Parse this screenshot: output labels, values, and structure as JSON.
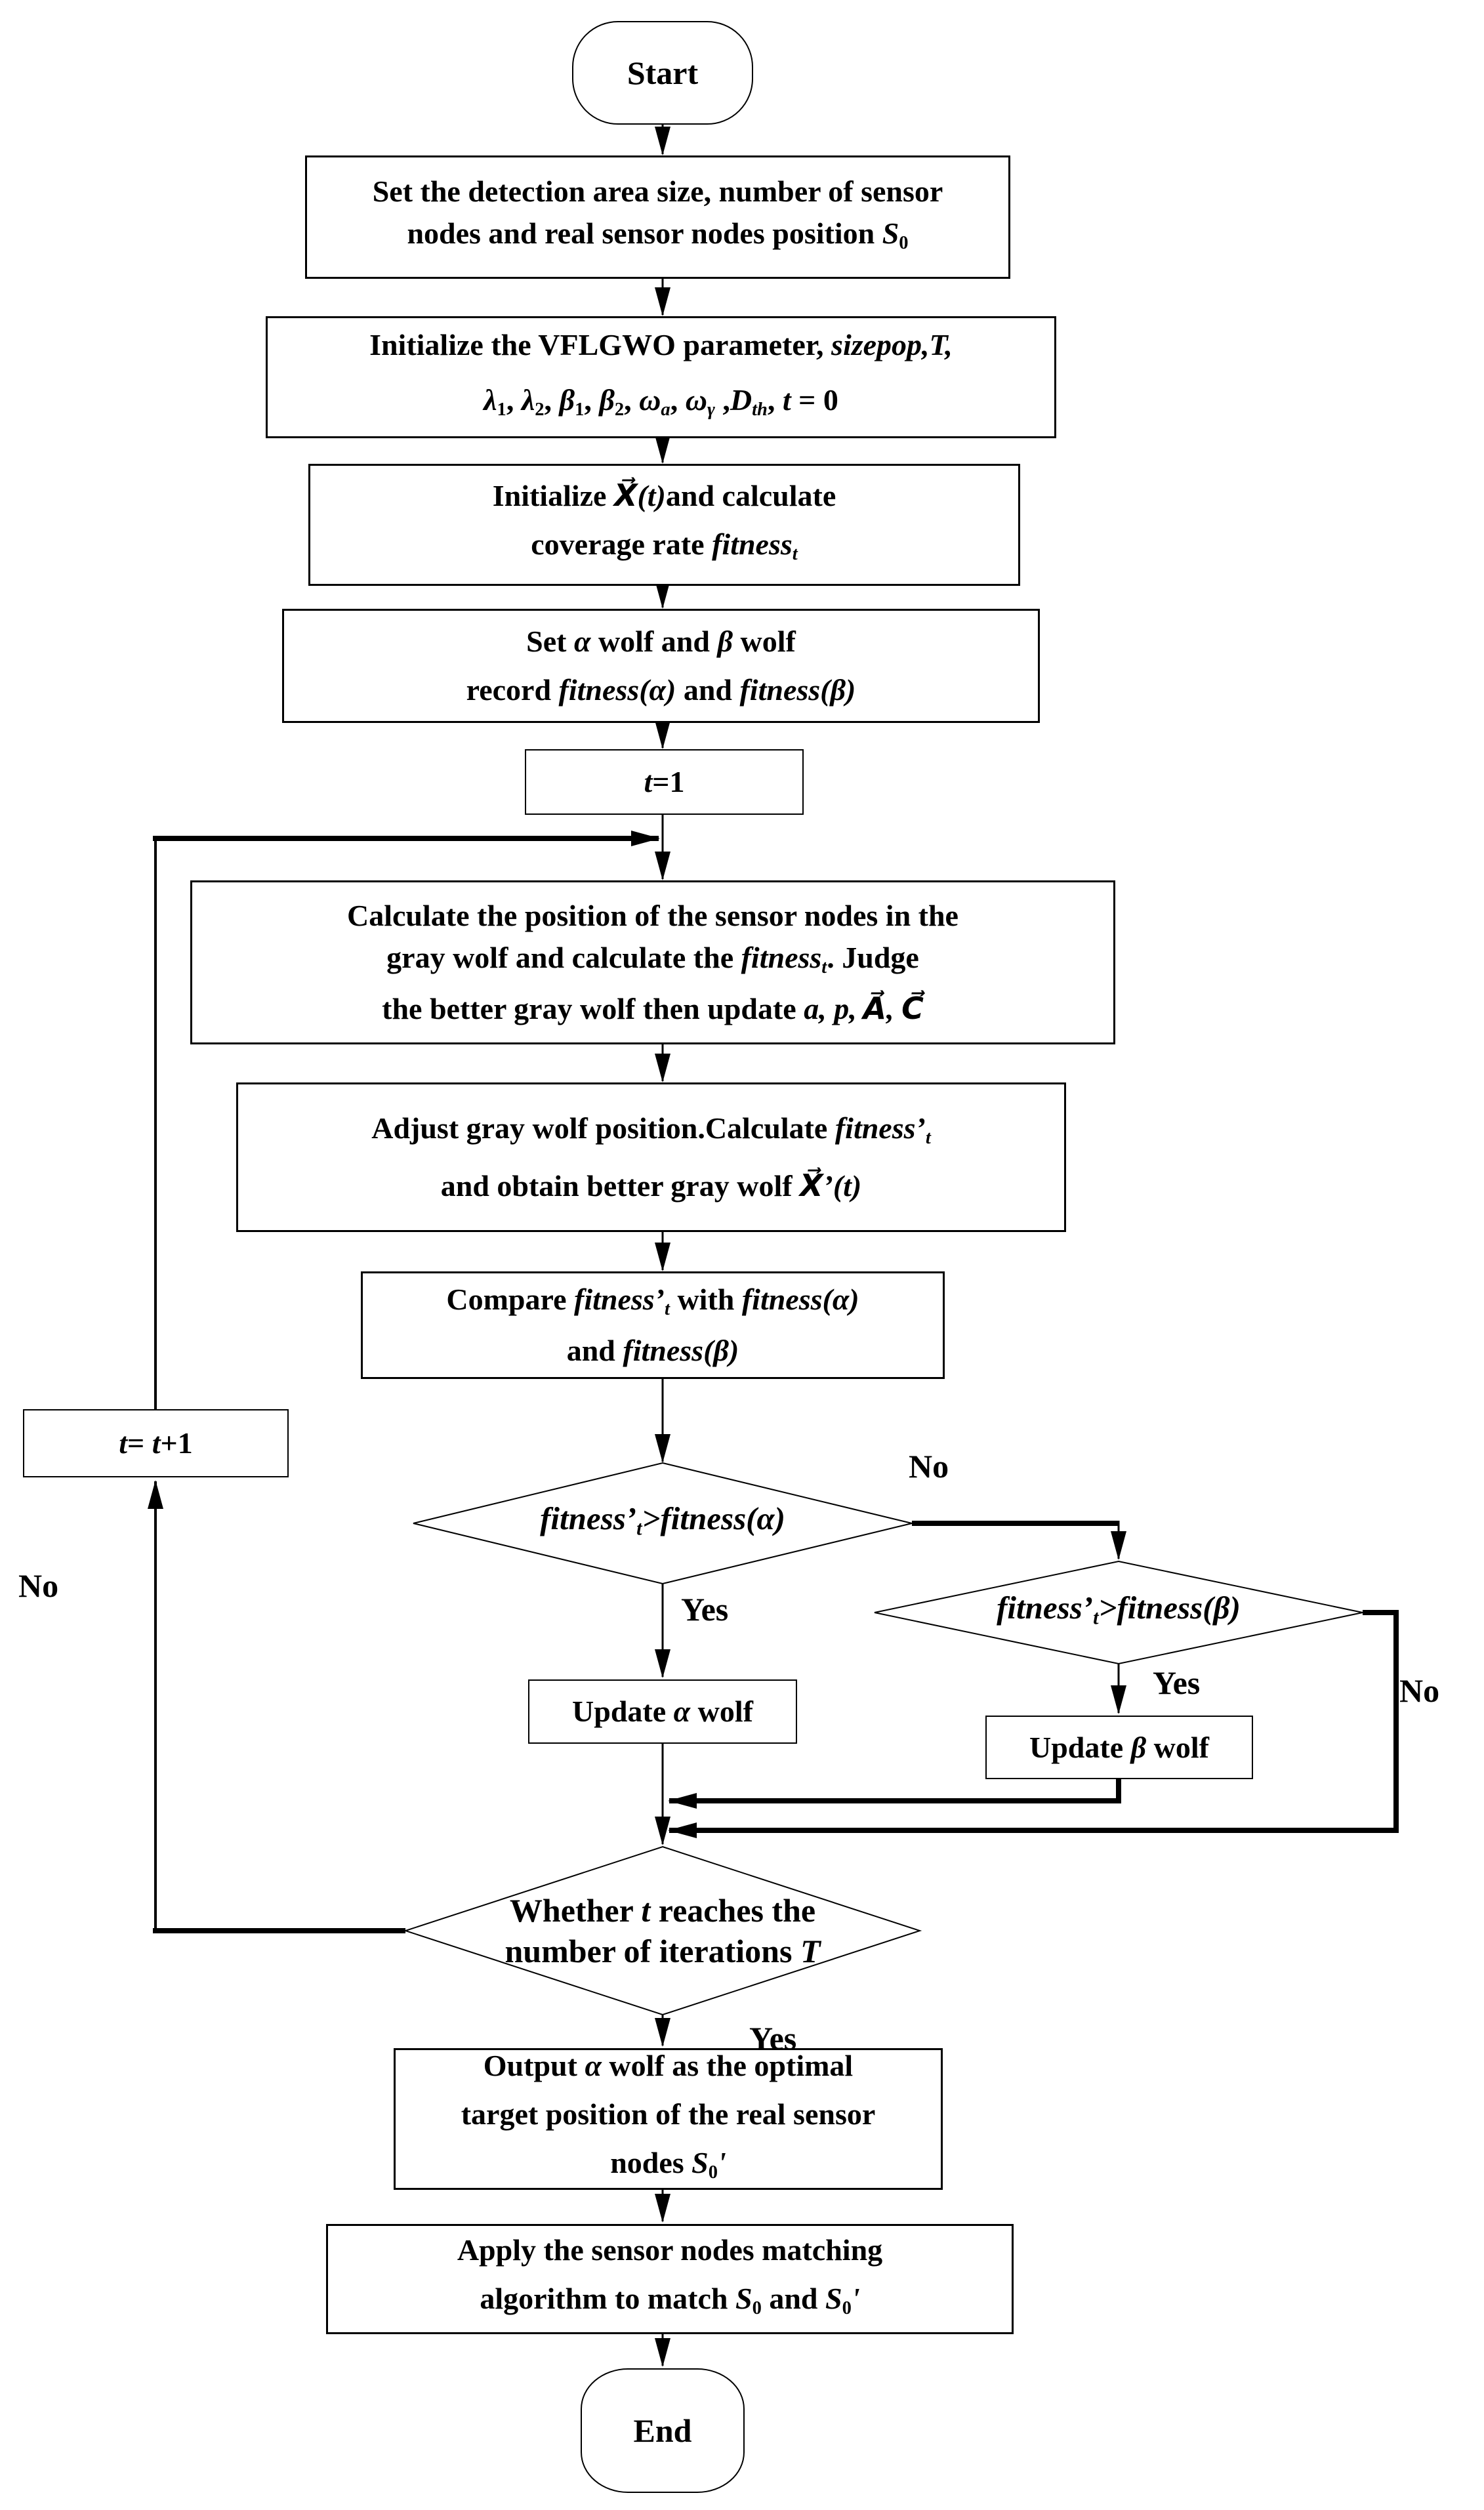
{
  "page": {
    "background": "#ffffff",
    "line_color": "#000000",
    "description": "Flowchart of the VFLGWO sensor-node coverage optimization algorithm"
  },
  "nodes": {
    "start": {
      "label": "Start"
    },
    "end": {
      "label": "End"
    },
    "set_area": {
      "lines": [
        [
          {
            "t": "Set the detection area size, number of sensor"
          }
        ],
        [
          {
            "t": "nodes and real sensor nodes position "
          },
          {
            "t": "S",
            "i": true
          },
          {
            "t": "0",
            "sub": true
          }
        ]
      ]
    },
    "init_params": {
      "lines": [
        [
          {
            "t": "Initialize the VFLGWO parameter, "
          },
          {
            "t": "sizepop,T,",
            "i": true
          }
        ],
        [
          {
            "t": "λ",
            "i": true
          },
          {
            "t": "1",
            "sub": true
          },
          {
            "t": ", "
          },
          {
            "t": "λ",
            "i": true
          },
          {
            "t": "2",
            "sub": true
          },
          {
            "t": ", "
          },
          {
            "t": "β",
            "i": true
          },
          {
            "t": "1",
            "sub": true
          },
          {
            "t": ", "
          },
          {
            "t": "β",
            "i": true
          },
          {
            "t": "2",
            "sub": true
          },
          {
            "t": ", "
          },
          {
            "t": "ω",
            "i": true
          },
          {
            "t": "a",
            "i": true,
            "sub": true
          },
          {
            "t": ", "
          },
          {
            "t": "ω",
            "i": true
          },
          {
            "t": "γ",
            "i": true,
            "sub": true
          },
          {
            "t": " ,"
          },
          {
            "t": "D",
            "i": true
          },
          {
            "t": "th",
            "i": true,
            "sub": true
          },
          {
            "t": ", "
          },
          {
            "t": "t",
            "i": true
          },
          {
            "t": " = 0"
          }
        ]
      ]
    },
    "init_x": {
      "lines": [
        [
          {
            "t": "Initialize "
          },
          {
            "t": "X⃗(t)",
            "i": true
          },
          {
            "t": "and calculate"
          }
        ],
        [
          {
            "t": "coverage rate  "
          },
          {
            "t": "fitness",
            "i": true
          },
          {
            "t": "t",
            "i": true,
            "sub": true
          }
        ]
      ]
    },
    "set_wolves": {
      "lines": [
        [
          {
            "t": "Set "
          },
          {
            "t": "α",
            "i": true
          },
          {
            "t": " wolf and  "
          },
          {
            "t": "β",
            "i": true
          },
          {
            "t": " wolf"
          }
        ],
        [
          {
            "t": "record "
          },
          {
            "t": "fitness(α)",
            "i": true
          },
          {
            "t": " and "
          },
          {
            "t": "fitness(β)",
            "i": true
          }
        ]
      ]
    },
    "t_init": {
      "lines": [
        [
          {
            "t": "t",
            "i": true
          },
          {
            "t": "=1"
          }
        ]
      ]
    },
    "calc_position": {
      "lines": [
        [
          {
            "t": "Calculate the position of the sensor nodes in the"
          }
        ],
        [
          {
            "t": "gray wolf and calculate the "
          },
          {
            "t": "fitness",
            "i": true
          },
          {
            "t": "t",
            "i": true,
            "sub": true
          },
          {
            "t": ". Judge"
          }
        ],
        [
          {
            "t": "the better gray wolf then update "
          },
          {
            "t": "a, p, ",
            "i": true
          },
          {
            "t": "A⃗, C⃗",
            "i": true
          }
        ]
      ]
    },
    "adjust_position": {
      "lines": [
        [
          {
            "t": "Adjust gray wolf position.Calculate "
          },
          {
            "t": "fitness’",
            "i": true
          },
          {
            "t": "t",
            "i": true,
            "sub": true
          }
        ],
        [
          {
            "t": "and obtain better gray wolf "
          },
          {
            "t": "X⃗’(t)",
            "i": true
          }
        ]
      ]
    },
    "compare": {
      "lines": [
        [
          {
            "t": "Compare "
          },
          {
            "t": "fitness’",
            "i": true
          },
          {
            "t": "t",
            "i": true,
            "sub": true
          },
          {
            "t": " with "
          },
          {
            "t": "fitness(α)",
            "i": true
          }
        ],
        [
          {
            "t": "and "
          },
          {
            "t": "fitness(β)",
            "i": true
          }
        ]
      ]
    },
    "t_plus": {
      "lines": [
        [
          {
            "t": "t",
            "i": true
          },
          {
            "t": "= "
          },
          {
            "t": "t",
            "i": true
          },
          {
            "t": "+1"
          }
        ]
      ]
    },
    "decision_alpha": {
      "lines": [
        [
          {
            "t": "fitness’",
            "i": true
          },
          {
            "t": "t",
            "i": true,
            "sub": true
          },
          {
            "t": ">fitness(α)",
            "i": true
          }
        ]
      ]
    },
    "decision_beta": {
      "lines": [
        [
          {
            "t": "fitness’",
            "i": true
          },
          {
            "t": "t",
            "i": true,
            "sub": true
          },
          {
            "t": ">fitness(β)",
            "i": true
          }
        ]
      ]
    },
    "update_alpha": {
      "lines": [
        [
          {
            "t": "Update "
          },
          {
            "t": "α",
            "i": true
          },
          {
            "t": " wolf"
          }
        ]
      ]
    },
    "update_beta": {
      "lines": [
        [
          {
            "t": "Update "
          },
          {
            "t": "β",
            "i": true
          },
          {
            "t": " wolf"
          }
        ]
      ]
    },
    "decision_iterations": {
      "lines": [
        [
          {
            "t": "Whether "
          },
          {
            "t": "t",
            "i": true
          },
          {
            "t": " reaches the"
          }
        ],
        [
          {
            "t": "number of iterations "
          },
          {
            "t": "T",
            "i": true
          }
        ]
      ]
    },
    "output": {
      "lines": [
        [
          {
            "t": "Output "
          },
          {
            "t": "α",
            "i": true
          },
          {
            "t": " wolf as the optimal"
          }
        ],
        [
          {
            "t": "target position of the real sensor"
          }
        ],
        [
          {
            "t": "nodes "
          },
          {
            "t": "S",
            "i": true
          },
          {
            "t": "0",
            "sub": true
          },
          {
            "t": "'",
            "i": true
          }
        ]
      ]
    },
    "apply_matching": {
      "lines": [
        [
          {
            "t": "Apply the  sensor nodes matching"
          }
        ],
        [
          {
            "t": "algorithm to match "
          },
          {
            "t": "S",
            "i": true
          },
          {
            "t": "0",
            "sub": true
          },
          {
            "t": " and "
          },
          {
            "t": "S",
            "i": true
          },
          {
            "t": "0",
            "sub": true
          },
          {
            "t": "'",
            "i": true
          }
        ]
      ]
    }
  },
  "labels": {
    "yes_alpha": "Yes",
    "yes_beta": "Yes",
    "yes_iterations": "Yes",
    "no_alpha": "No",
    "no_beta": "No",
    "no_iterations": "No"
  }
}
